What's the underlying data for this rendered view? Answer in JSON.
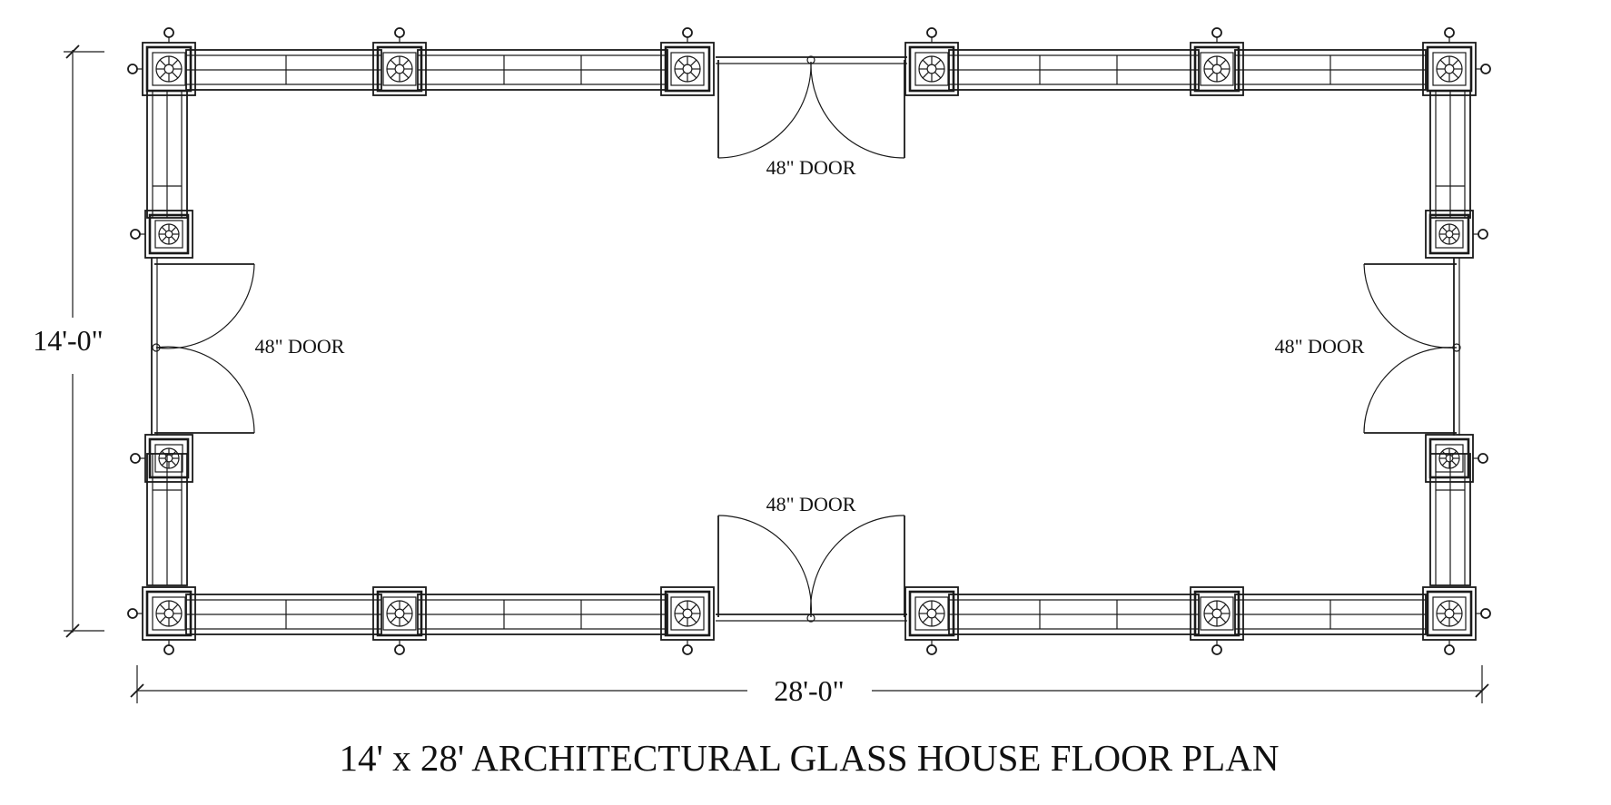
{
  "title": "14' x 28' ARCHITECTURAL GLASS HOUSE FLOOR PLAN",
  "dimensions": {
    "height": "14'-0\"",
    "width": "28'-0\""
  },
  "doors": {
    "top": "48\" DOOR",
    "left": "48\" DOOR",
    "right": "48\" DOOR",
    "bottom": "48\" DOOR"
  },
  "colors": {
    "line": "#1a1a1a",
    "background": "#ffffff"
  }
}
